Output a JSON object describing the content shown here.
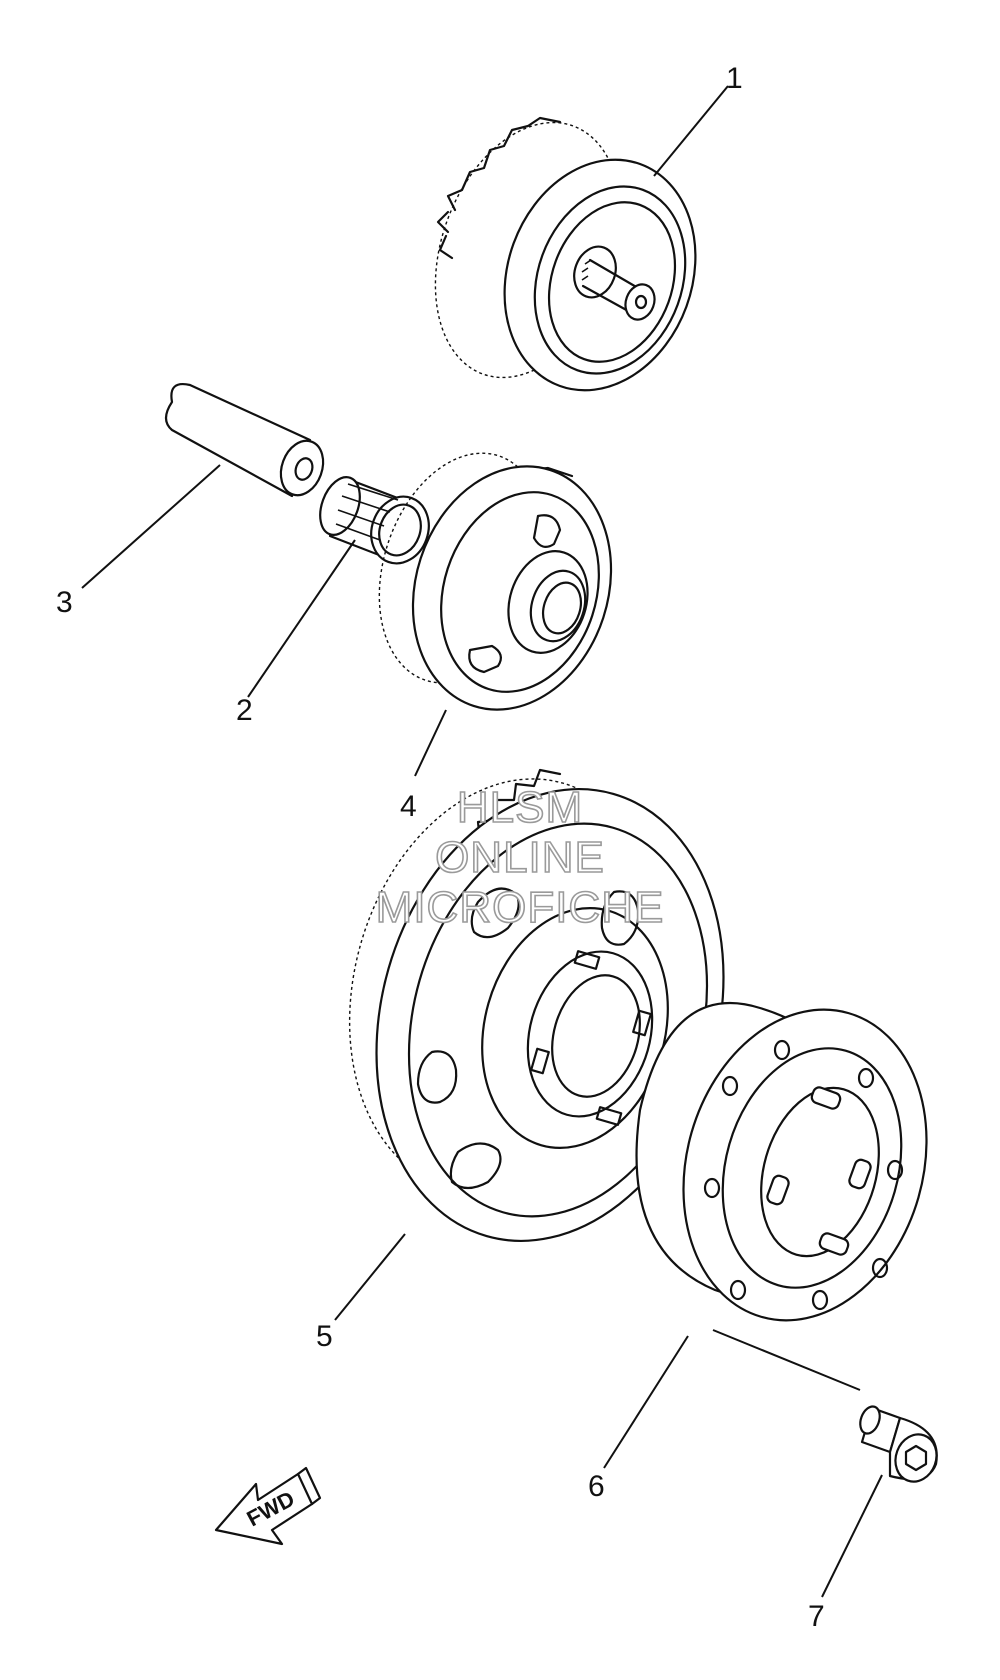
{
  "callouts": [
    {
      "number": "1"
    },
    {
      "number": "2"
    },
    {
      "number": "3"
    },
    {
      "number": "4"
    },
    {
      "number": "5"
    },
    {
      "number": "6"
    },
    {
      "number": "7"
    }
  ],
  "watermark": {
    "line1": "HLSM",
    "line2": "ONLINE",
    "line3": "MICROFICHE"
  },
  "fwd_arrow": {
    "label": "FWD"
  }
}
